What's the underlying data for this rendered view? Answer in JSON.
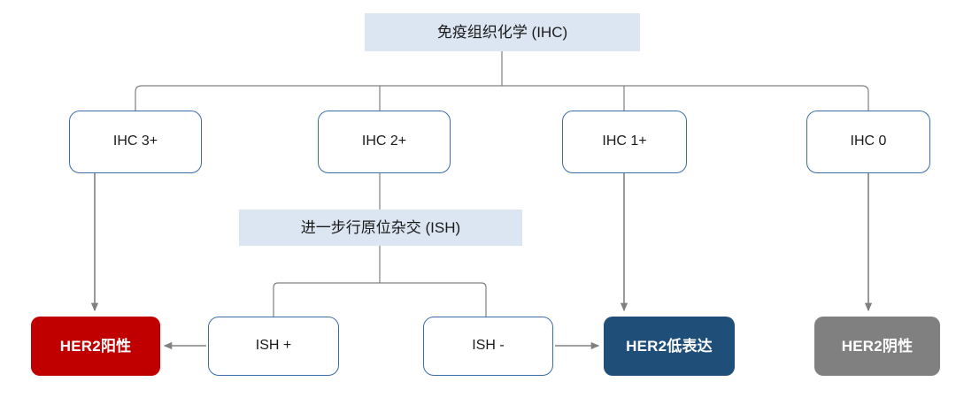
{
  "diagram": {
    "title_node": {
      "label": "免疫组织化学 (IHC)"
    },
    "ihc_levels": [
      {
        "id": "ihc3",
        "label": "IHC 3+"
      },
      {
        "id": "ihc2",
        "label": "IHC 2+"
      },
      {
        "id": "ihc1",
        "label": "IHC 1+"
      },
      {
        "id": "ihc0",
        "label": "IHC 0"
      }
    ],
    "ish_band": {
      "label": "进一步行原位杂交 (ISH)"
    },
    "ish_results": [
      {
        "id": "ish_pos",
        "label": "ISH +"
      },
      {
        "id": "ish_neg",
        "label": "ISH -"
      }
    ],
    "outcomes": [
      {
        "id": "her2_positive",
        "label": "HER2阳性",
        "color": "#c00000"
      },
      {
        "id": "her2_low",
        "label": "HER2低表达",
        "color": "#1f4e79"
      },
      {
        "id": "her2_negative",
        "label": "HER2阴性",
        "color": "#808080"
      }
    ],
    "colors": {
      "band_fill": "#dce6f2",
      "box_border": "#3a6ca8",
      "connector": "#808080",
      "arrow": "#808080",
      "text": "#1a1a1a",
      "result_text": "#ffffff"
    }
  }
}
